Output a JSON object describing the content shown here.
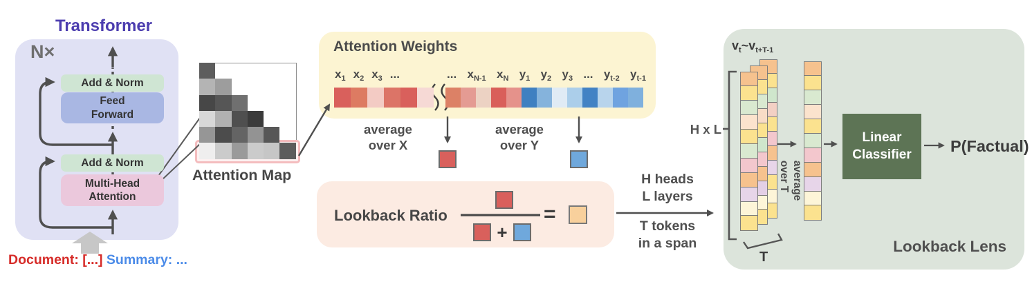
{
  "transformer": {
    "title": "Transformer",
    "repeat_label": "N×",
    "add_norm_top": "Add & Norm",
    "feed_forward": "Feed\nForward",
    "add_norm_bottom": "Add & Norm",
    "multi_head_attention": "Multi-Head\nAttention",
    "input_document": "Document: [...] ",
    "input_summary": "Summary: ...",
    "colors": {
      "box": "#e0e1f4",
      "add_norm": "#cfe5d3",
      "feed_forward": "#a9b7e3",
      "attention": "#ebc8dc",
      "title": "#4c3daf",
      "document": "#d62b28",
      "summary": "#4b8be8"
    }
  },
  "attention_map": {
    "label": "Attention Map",
    "rows": [
      [
        "#5d5d5d"
      ],
      [
        "#b4b4b4",
        "#9d9d9d"
      ],
      [
        "#474747",
        "#565656",
        "#707070"
      ],
      [
        "#d8d8d8",
        "#b1b1b1",
        "#4f4f4f",
        "#3b3b3b"
      ],
      [
        "#969696",
        "#4c4c4c",
        "#646464",
        "#939393",
        "#575757"
      ],
      [
        "#efeeee",
        "#cbcbcb",
        "#9a9a9a",
        "#cbcbcb",
        "#c6c6c6",
        "#5c5c5c"
      ]
    ]
  },
  "attention_weights": {
    "title": "Attention Weights",
    "tokens_left": [
      {
        "b": "x",
        "s": "1"
      },
      {
        "b": "x",
        "s": "2"
      },
      {
        "b": "x",
        "s": "3"
      },
      {
        "b": "..."
      }
    ],
    "tokens_right": [
      {
        "b": "..."
      },
      {
        "b": "x",
        "s": "N-1"
      },
      {
        "b": "x",
        "s": "N"
      },
      {
        "b": "y",
        "s": "1"
      },
      {
        "b": "y",
        "s": "2"
      },
      {
        "b": "y",
        "s": "3"
      },
      {
        "b": "..."
      },
      {
        "b": "y",
        "s": "t-2"
      },
      {
        "b": "y",
        "s": "t-1"
      }
    ],
    "cells_left": [
      "#d9605c",
      "#dd7b62",
      "#f3cbc4",
      "#dc7467",
      "#d9605c",
      "#f6d9d5"
    ],
    "cells_right": [
      "#dc8166",
      "#e49b93",
      "#ecd2c3",
      "#d95f5a",
      "#e5928b",
      "#3f80c1",
      "#85b3dc",
      "#e0ebf5",
      "#abceea",
      "#4282c4",
      "#b8d4ec",
      "#6fa3e0",
      "#7fb0dd"
    ],
    "avg_x": "average\nover X",
    "avg_y": "average\nover Y",
    "colors": {
      "box": "#fcf4d2",
      "red": "#d9605c",
      "blue": "#6fa8dc"
    }
  },
  "lookback_ratio": {
    "label": "Lookback Ratio",
    "plus": "+",
    "equals": "=",
    "colors": {
      "box": "#fcebe2",
      "red": "#d9605c",
      "blue": "#6fa8dc",
      "result": "#f8d09c"
    }
  },
  "flow": {
    "heads_layers": "H heads\nL layers",
    "tokens_span": "T tokens\nin a span"
  },
  "lookback_lens": {
    "label": "Lookback Lens",
    "vector_label": [
      {
        "b": "v",
        "s": "t"
      },
      {
        "b": "~"
      },
      {
        "b": "v",
        "s": "t+T-1"
      }
    ],
    "hxl_label": "H x L",
    "t_label": "T",
    "avg_t": "average\nover T",
    "classifier": "Linear\nClassifier",
    "output": "P(Factual)",
    "columns": {
      "back": [
        "#f6c28e",
        "#fbe28f",
        "#cfe6cc",
        "#f3d0c4",
        "#fbe28f",
        "#f3c7cd",
        "#f6c28e",
        "#e7d5e9",
        "#fbe28f",
        "#fdf5d8",
        "#fbe28f"
      ],
      "mid": [
        "#f6c28e",
        "#fbe28f",
        "#d9e9d0",
        "#f8dcc6",
        "#fbe28f",
        "#cfe6cc",
        "#f3c7cd",
        "#f6c28e",
        "#e3cfe6",
        "#fdf5d8",
        "#fbe28f"
      ],
      "front": [
        "#f6c28e",
        "#fbe28f",
        "#d9e9d0",
        "#fbe3cd",
        "#fbe28f",
        "#d9e9d0",
        "#f3c7cd",
        "#f6c28e",
        "#e7d5e9",
        "#fdf5d8",
        "#fbe28f"
      ],
      "averaged": [
        "#f6c28e",
        "#fbe28f",
        "#d9e9d0",
        "#fbe3cd",
        "#fbe28f",
        "#d9e9d0",
        "#f3c7cd",
        "#f6c28e",
        "#e7d5e9",
        "#fdf5d8",
        "#fbe28f"
      ]
    },
    "colors": {
      "box": "#dce4db",
      "classifier": "#5d7455"
    }
  }
}
